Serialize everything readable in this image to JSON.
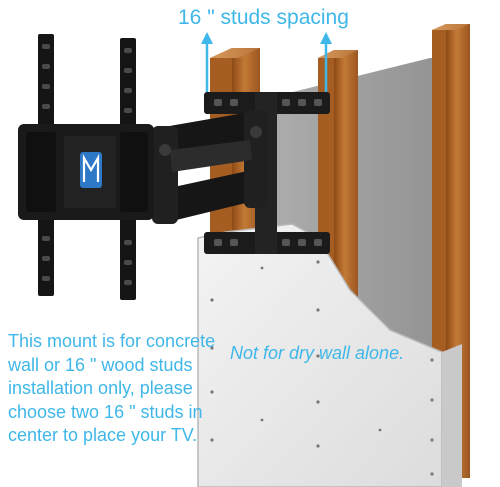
{
  "captions": {
    "studs_spacing": "16 \" studs spacing",
    "mount_note_lines": [
      "This mount is for concrete",
      "wall or 16 \" wood studs",
      "installation only, please",
      "choose two 16 \" studs in",
      "center to place your TV."
    ],
    "drywall_note": "Not for dry wall alone."
  },
  "colors": {
    "caption": "#3fb7e8",
    "wood_stud": "#b8692a",
    "drywall_face": "#ececec",
    "drywall_edge": "#a9a9a9",
    "mount_metal": "#1b1b1b",
    "logo": "#2e78c8"
  },
  "icons": {
    "brand_logo": "mounting-dream-logo"
  }
}
